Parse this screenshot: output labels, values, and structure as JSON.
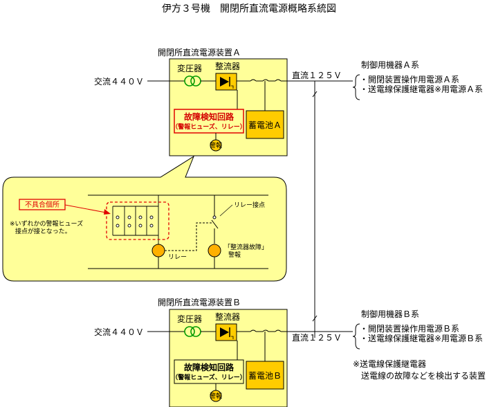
{
  "title": "伊方３号機　開閉所直流電源概略系統図",
  "unit_a": {
    "label": "開閉所直流電源装置Ａ",
    "ac_input": "交流４４０Ｖ",
    "transformer": "変圧器",
    "rectifier": "整流器",
    "dc_output": "直流１２５Ｖ",
    "fault_circuit": "故障検知回路",
    "fault_circuit_sub": "（警報ヒューズ、リレー）",
    "battery": "蓄電池Ａ",
    "alarm": "警報"
  },
  "loads_a": {
    "title": "制御用機器Ａ系",
    "items": [
      "・開閉装置操作用電源Ａ系",
      "・送電線保護継電器※用電源Ａ系"
    ]
  },
  "detail": {
    "defect_label": "不具合個所",
    "note_line1": "※いずれかの警報ヒューズ",
    "note_line2": "接点が接となった。",
    "relay_contact": "リレー接点",
    "relay": "リレー",
    "alarm_label_line1": "「整流器故障」",
    "alarm_label_line2": "警報"
  },
  "unit_b": {
    "label": "開閉所直流電源装置Ｂ",
    "ac_input": "交流４４０Ｖ",
    "transformer": "変圧器",
    "rectifier": "整流器",
    "dc_output": "直流１２５Ｖ",
    "fault_circuit": "故障検知回路",
    "fault_circuit_sub": "（警報ヒューズ、リレー）",
    "battery": "蓄電池Ｂ",
    "alarm": "警報"
  },
  "loads_b": {
    "title": "制御用機器Ｂ系",
    "items": [
      "・開閉装置操作用電源Ｂ系",
      "・送電線保護継電器※用電源Ｂ系"
    ]
  },
  "footnote": {
    "line1": "※送電線保護継電器",
    "line2": "送電線の故障などを検出する装置"
  },
  "colors": {
    "box_fill": "#ffff99",
    "device_fill": "#ffcc00",
    "coil_fill": "#ffb000",
    "defect_red": "#e00000",
    "transformer_green": "#009900"
  }
}
